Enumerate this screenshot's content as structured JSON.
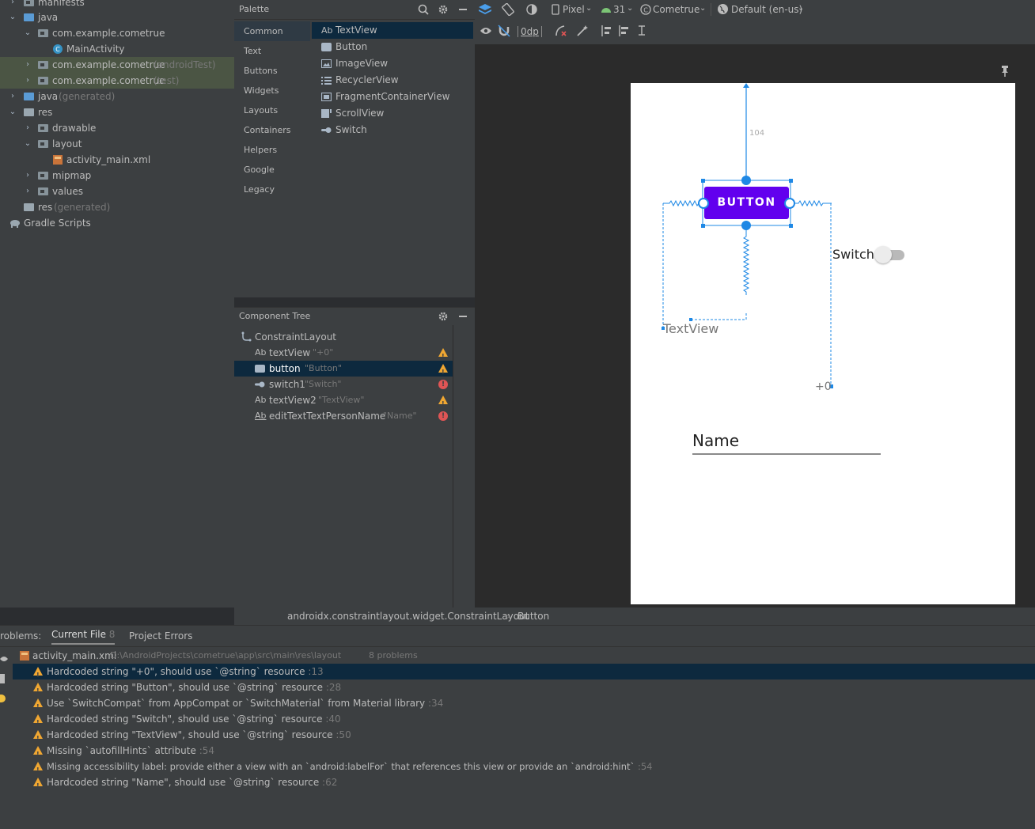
{
  "project_tree": {
    "items": [
      {
        "label": "manifests",
        "note": "",
        "type": "folder"
      },
      {
        "label": "java",
        "note": "",
        "type": "java-folder"
      },
      {
        "label": "com.example.cometrue",
        "note": "",
        "type": "package"
      },
      {
        "label": "MainActivity",
        "note": "",
        "type": "activity"
      },
      {
        "label": "com.example.cometrue",
        "note": "(androidTest)",
        "type": "package"
      },
      {
        "label": "com.example.cometrue",
        "note": "(test)",
        "type": "package"
      },
      {
        "label": "java",
        "note": "(generated)",
        "type": "java-gen"
      },
      {
        "label": "res",
        "note": "",
        "type": "res-folder"
      },
      {
        "label": "drawable",
        "note": "",
        "type": "folder"
      },
      {
        "label": "layout",
        "note": "",
        "type": "folder"
      },
      {
        "label": "activity_main.xml",
        "note": "",
        "type": "xml"
      },
      {
        "label": "mipmap",
        "note": "",
        "type": "folder"
      },
      {
        "label": "values",
        "note": "",
        "type": "folder"
      },
      {
        "label": "res",
        "note": "(generated)",
        "type": "res-folder"
      },
      {
        "label": "Gradle Scripts",
        "note": "",
        "type": "gradle"
      }
    ]
  },
  "palette": {
    "title": "Palette",
    "categories": [
      "Common",
      "Text",
      "Buttons",
      "Widgets",
      "Layouts",
      "Containers",
      "Helpers",
      "Google",
      "Legacy"
    ],
    "items": [
      "TextView",
      "Button",
      "ImageView",
      "RecyclerView",
      "FragmentContainerView",
      "ScrollView",
      "Switch"
    ],
    "textview_prefix": "Ab"
  },
  "component_tree": {
    "title": "Component Tree",
    "root": "ConstraintLayout",
    "items": [
      {
        "prefix": "Ab",
        "name": "textView",
        "value": "\"+0\""
      },
      {
        "prefix": "",
        "name": "button",
        "value": "\"Button\""
      },
      {
        "prefix": "",
        "name": "switch1",
        "value": "\"Switch\""
      },
      {
        "prefix": "Ab",
        "name": "textView2",
        "value": "\"TextView\""
      },
      {
        "prefix": "Ab",
        "name": "editTextTextPersonName",
        "value": "\"Name\""
      }
    ]
  },
  "toolbar": {
    "device": "Pixel",
    "api": "31",
    "theme": "Cometrue",
    "locale": "Default (en-us)",
    "margin": "0dp"
  },
  "canvas": {
    "constraint_value": "104",
    "button_label": "BUTTON",
    "switch_label": "Switch",
    "textview_label": "TextView",
    "plus_label": "+0",
    "name_field": "Name"
  },
  "breadcrumb": {
    "parent": "androidx.constraintlayout.widget.ConstraintLayout",
    "separator": "›",
    "current": "Button"
  },
  "problems": {
    "label": "roblems:",
    "tab_current": "Current File",
    "tab_current_count": "8",
    "tab_project": "Project Errors",
    "file_name": "activity_main.xml",
    "file_path": "D:\\AndroidProjects\\cometrue\\app\\src\\main\\res\\layout",
    "file_count": "8 problems",
    "items": [
      {
        "text": "Hardcoded string \"+0\", should use `@string` resource",
        "line": ":13"
      },
      {
        "text": "Hardcoded string \"Button\", should use `@string` resource",
        "line": ":28"
      },
      {
        "text": "Use `SwitchCompat` from AppCompat or `SwitchMaterial` from Material library",
        "line": ":34"
      },
      {
        "text": "Hardcoded string \"Switch\", should use `@string` resource",
        "line": ":40"
      },
      {
        "text": "Hardcoded string \"TextView\", should use `@string` resource",
        "line": ":50"
      },
      {
        "text": "Missing `autofillHints` attribute",
        "line": ":54"
      },
      {
        "text": "Missing accessibility label: provide either a view with an `android:labelFor` that references this view or provide an `android:hint`",
        "line": ":54"
      },
      {
        "text": "Hardcoded string \"Name\", should use `@string` resource",
        "line": ":62"
      }
    ]
  },
  "colors": {
    "button": "#6200ee",
    "constraint": "#1e88e5",
    "warning": "#f0a732",
    "error": "#e05555",
    "selection": "#0d293e"
  }
}
